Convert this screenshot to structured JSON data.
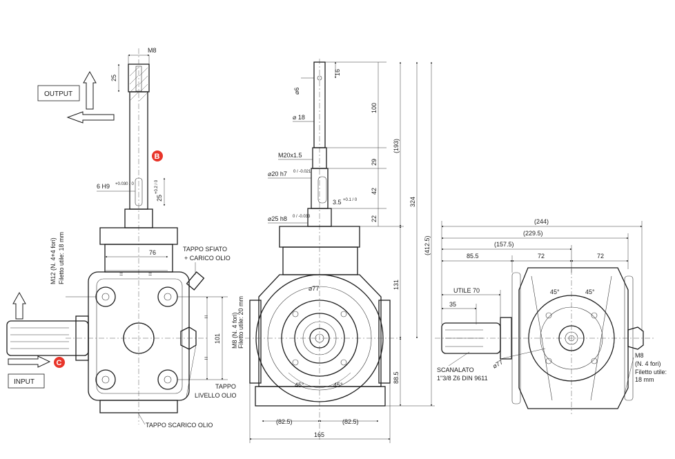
{
  "side_view": {
    "thread_top": "M8",
    "dim_25": "25",
    "output_label": "OUTPUT",
    "badge_b": "B",
    "key_label": "6 H9",
    "key_tol": "+0.030 / 0",
    "dim_25_key": "25",
    "dim_25_tol": "+0.2 / 0",
    "holes_label": "M12  (N. 4+4 fori)",
    "holes_sub": "Filetto utile: 18 mm",
    "dim_76": "76",
    "tappo_sfiato": "TAPPO SFIATO",
    "carico_olio": "+ CARICO OLIO",
    "input_label": "INPUT",
    "badge_c": "C",
    "holes2_label": "M8  (N. 4 fori)",
    "holes2_sub": "Filetto utile: 20 mm",
    "dim_101": "101",
    "tappo_livello": "TAPPO",
    "livello_olio": "LIVELLO OLIO",
    "tappo_scarico": "TAPPO SCARICO OLIO"
  },
  "front_view": {
    "dim_16": "16",
    "dia_6": "⌀6",
    "dim_100": "100",
    "dia_18": "⌀ 18",
    "dim_193": "(193)",
    "thread_m20": "M20x1.5",
    "dim_29": "29",
    "dia_20": "⌀20 h7",
    "dia_20_tol": "0 / -0.021",
    "dim_42": "42",
    "dim_324": "324",
    "dim_412": "(412.5)",
    "key_35": "3.5",
    "key_35_tol": "+0.1 / 0",
    "dia_25": "⌀25 h8",
    "dia_25_tol": "0 / -0.033",
    "dim_22": "22",
    "dia_77": "⌀77",
    "dim_131": "131",
    "angle_left": "45°",
    "angle_right": "45°",
    "dim_88": "88.5",
    "dim_825_left": "(82.5)",
    "dim_825_right": "(82.5)",
    "dim_165": "165"
  },
  "top_view": {
    "dim_244": "(244)",
    "dim_2295": "(229.5)",
    "dim_1575": "(157.5)",
    "dim_855": "85.5",
    "dim_72a": "72",
    "dim_72b": "72",
    "utile_70": "UTILE 70",
    "dim_35": "35",
    "angle_left": "45°",
    "angle_right": "45°",
    "dia_77": "⌀77",
    "scanalato": "SCANALATO",
    "spline_spec": "1\"3/8 Z6 DIN 9611",
    "m8_label": "M8",
    "m8_holes": "(N. 4 fori)",
    "m8_thread": "Filetto utile:",
    "m8_len": "18 mm"
  },
  "colors": {
    "badge": "#e8352a",
    "line": "#1a1a1a"
  }
}
